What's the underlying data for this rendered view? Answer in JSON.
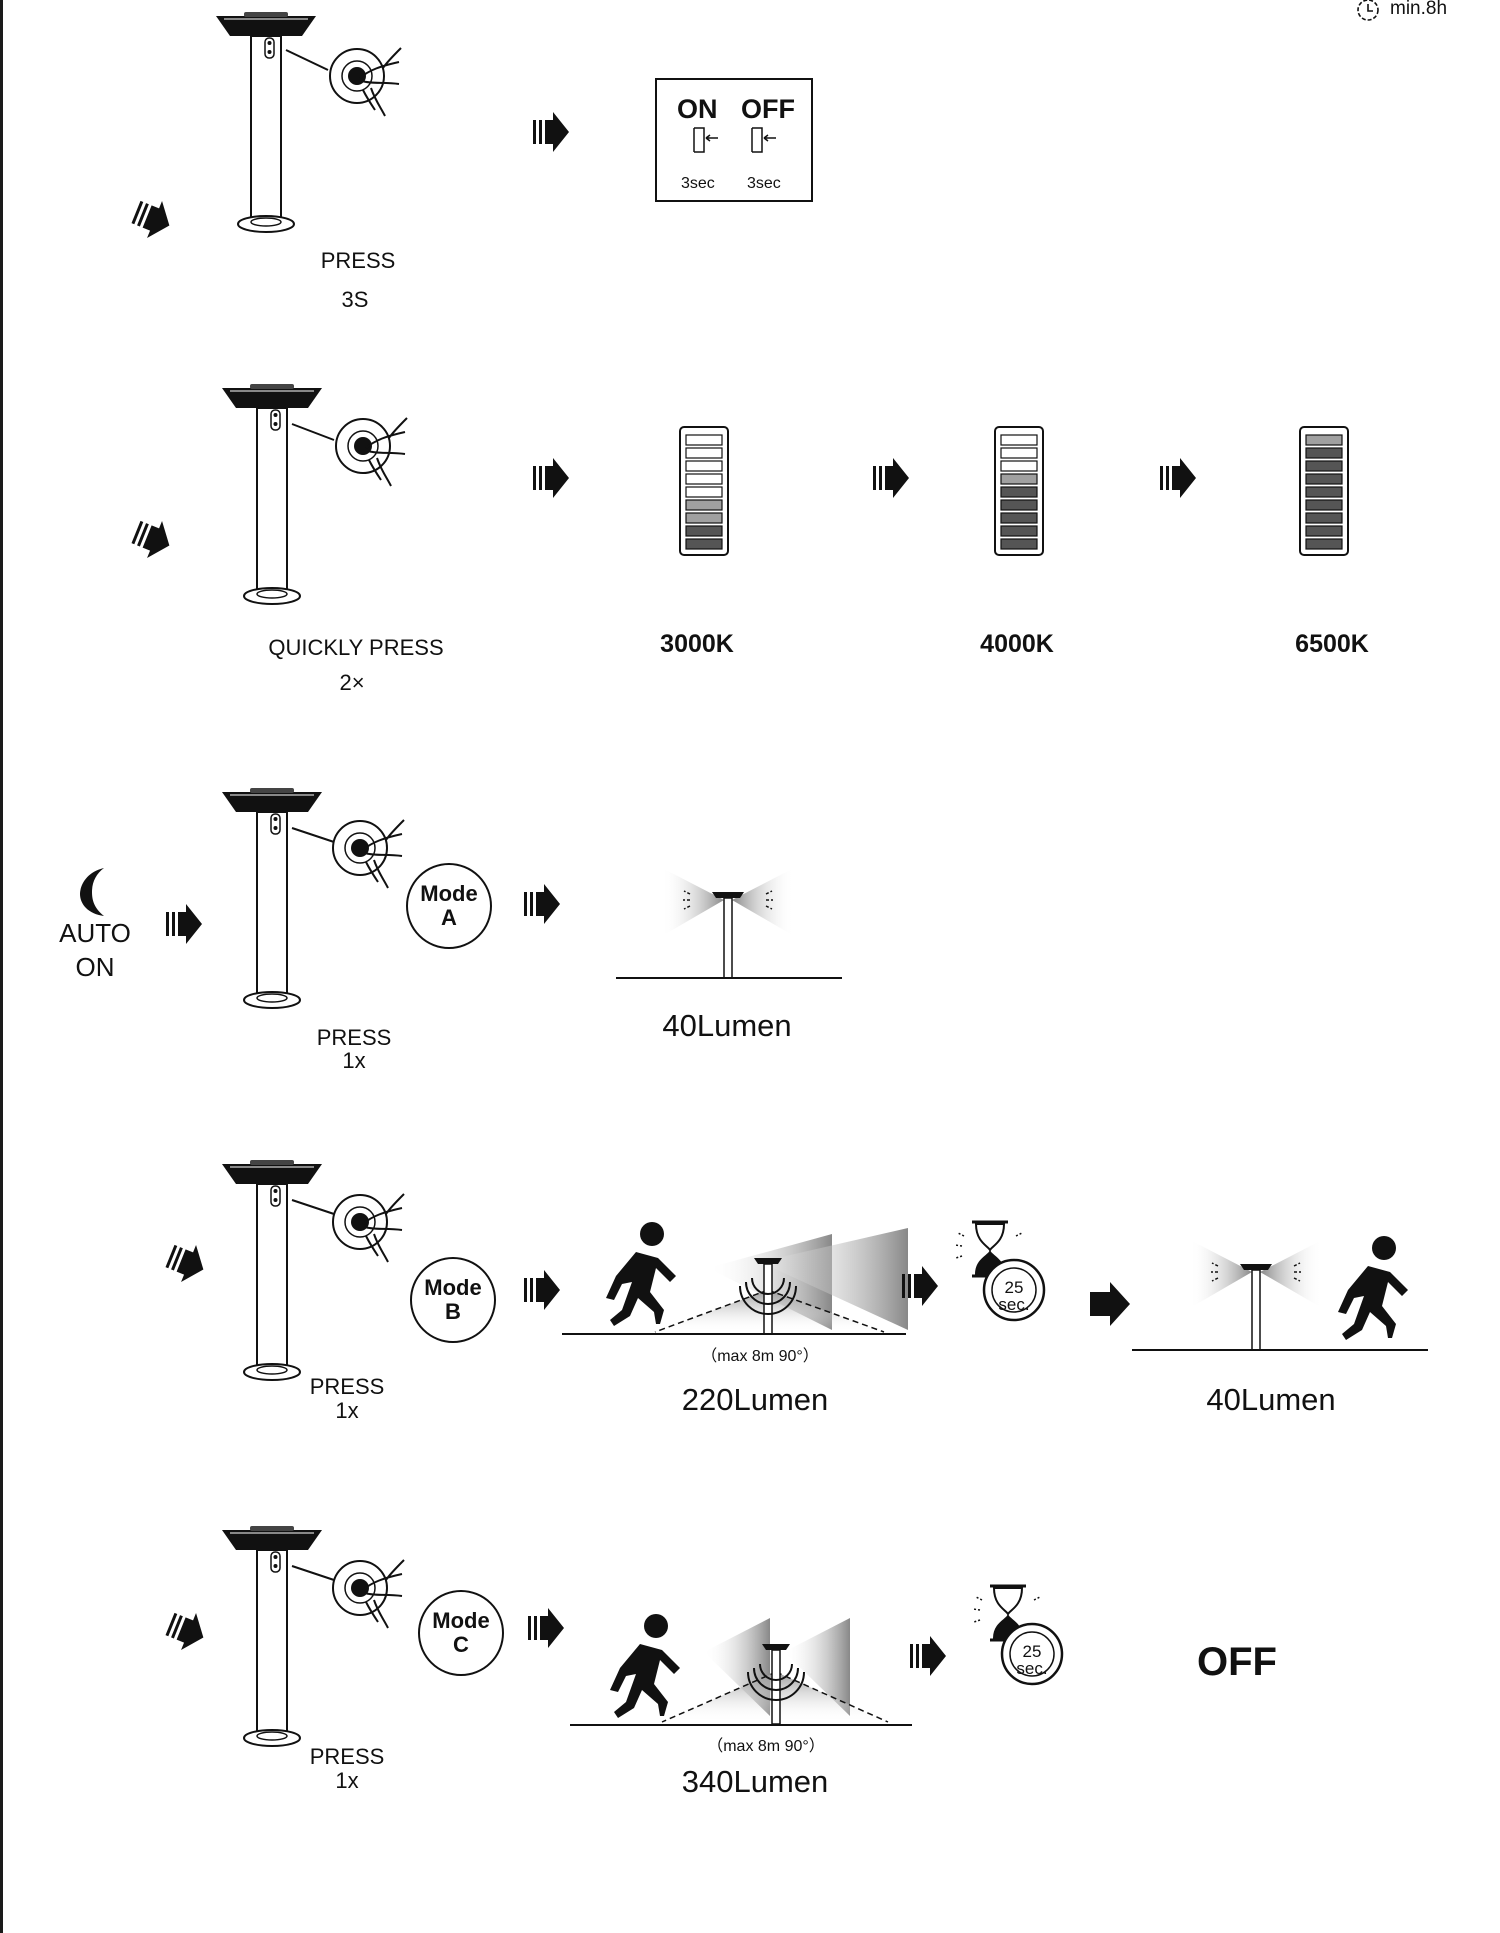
{
  "header": {
    "timer_note": "min.8h"
  },
  "step1": {
    "action": "PRESS",
    "duration": "3S",
    "panel": {
      "on_label": "ON",
      "off_label": "OFF",
      "on_hold": "3sec",
      "off_hold": "3sec"
    }
  },
  "step2": {
    "action": "QUICKLY PRESS",
    "count": "2×",
    "colour_temps": [
      "3000K",
      "4000K",
      "6500K"
    ]
  },
  "step3": {
    "condition_line1": "AUTO",
    "condition_line2": "ON",
    "mode_word": "Mode",
    "mode_letter": "A",
    "action": "PRESS",
    "count": "1x",
    "output": "40Lumen"
  },
  "step4": {
    "mode_word": "Mode",
    "mode_letter": "B",
    "action": "PRESS",
    "count": "1x",
    "range_note": "（max 8m 90°）",
    "output_motion": "220Lumen",
    "timer_value": "25",
    "timer_unit": "sec.",
    "output_after": "40Lumen"
  },
  "step5": {
    "mode_word": "Mode",
    "mode_letter": "C",
    "action": "PRESS",
    "count": "1x",
    "range_note": "（max 8m 90°）",
    "output_motion": "340Lumen",
    "timer_value": "25",
    "timer_unit": "sec.",
    "result": "OFF"
  },
  "icons": [
    "lamp-post-icon",
    "press-button-icon",
    "arrow-icon",
    "moon-icon",
    "walking-person-icon",
    "hourglass-icon",
    "clock-icon",
    "battery-level-icon"
  ],
  "colors": {
    "ink": "#111111",
    "dark_segment": "#555555",
    "mid_segment": "#a0a0a0",
    "light_segment": "#ffffff"
  }
}
